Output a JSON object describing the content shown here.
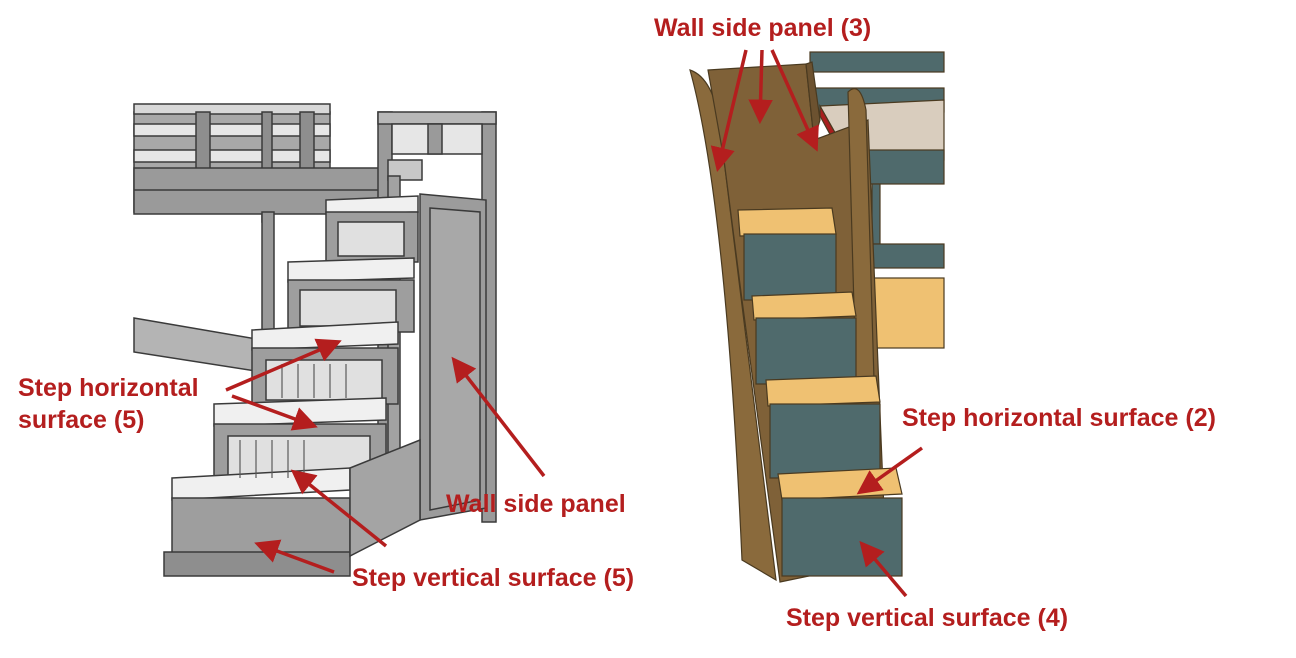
{
  "colors": {
    "annotation": "#B41E1E",
    "gray_panel": "#9A9A9A",
    "gray_light": "#E8E8E8",
    "gray_dark": "#7E7E7E",
    "outline": "#3A3A3A",
    "wood": "#EFC172",
    "wood_dark": "#8A6A3C",
    "teal": "#4F6A6C",
    "red_rail": "#A81E1E"
  },
  "labels": {
    "step_horizontal_left_line1": "Step horizontal",
    "step_horizontal_left_line2": "surface (5)",
    "wall_side_panel_left": "Wall side panel",
    "step_vertical_left": "Step vertical surface (5)",
    "wall_side_panel_right": "Wall side panel (3)",
    "step_horizontal_right": "Step horizontal surface (2)",
    "step_vertical_right": "Step vertical surface (4)"
  }
}
